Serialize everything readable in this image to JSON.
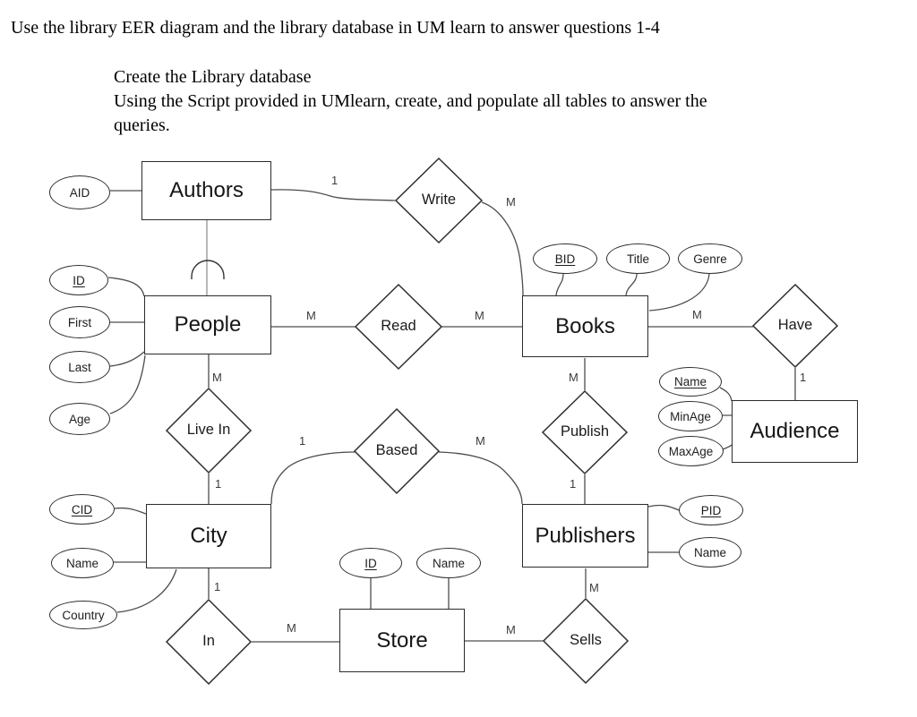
{
  "header": {
    "instruction": "Use the library EER diagram and the library database in UM learn to answer questions 1-4",
    "steps": [
      "Create the Library database",
      "Using the Script provided in UMlearn, create, and populate all tables to answer the",
      "queries."
    ]
  },
  "diagram": {
    "entities": [
      {
        "id": "authors",
        "label": "Authors"
      },
      {
        "id": "people",
        "label": "People"
      },
      {
        "id": "books",
        "label": "Books"
      },
      {
        "id": "audience",
        "label": "Audience"
      },
      {
        "id": "city",
        "label": "City"
      },
      {
        "id": "publishers",
        "label": "Publishers"
      },
      {
        "id": "store",
        "label": "Store"
      }
    ],
    "relationships": [
      {
        "id": "write",
        "label": "Write"
      },
      {
        "id": "read",
        "label": "Read"
      },
      {
        "id": "have",
        "label": "Have"
      },
      {
        "id": "live-in",
        "label": "Live In"
      },
      {
        "id": "based",
        "label": "Based"
      },
      {
        "id": "publish",
        "label": "Publish"
      },
      {
        "id": "in",
        "label": "In"
      },
      {
        "id": "sells",
        "label": "Sells"
      }
    ],
    "attributes": [
      {
        "id": "aid",
        "label": "AID",
        "entity": "Authors",
        "key": false
      },
      {
        "id": "people-id",
        "label": "ID",
        "entity": "People",
        "key": true
      },
      {
        "id": "first",
        "label": "First",
        "entity": "People",
        "key": false
      },
      {
        "id": "last",
        "label": "Last",
        "entity": "People",
        "key": false
      },
      {
        "id": "age",
        "label": "Age",
        "entity": "People",
        "key": false
      },
      {
        "id": "bid",
        "label": "BID",
        "entity": "Books",
        "key": true
      },
      {
        "id": "title",
        "label": "Title",
        "entity": "Books",
        "key": false
      },
      {
        "id": "genre",
        "label": "Genre",
        "entity": "Books",
        "key": false
      },
      {
        "id": "audience-name",
        "label": "Name",
        "entity": "Audience",
        "key": true
      },
      {
        "id": "minage",
        "label": "MinAge",
        "entity": "Audience",
        "key": false
      },
      {
        "id": "maxage",
        "label": "MaxAge",
        "entity": "Audience",
        "key": false
      },
      {
        "id": "cid",
        "label": "CID",
        "entity": "City",
        "key": true
      },
      {
        "id": "city-name",
        "label": "Name",
        "entity": "City",
        "key": false
      },
      {
        "id": "country",
        "label": "Country",
        "entity": "City",
        "key": false
      },
      {
        "id": "pid",
        "label": "PID",
        "entity": "Publishers",
        "key": true
      },
      {
        "id": "publishers-name",
        "label": "Name",
        "entity": "Publishers",
        "key": false
      },
      {
        "id": "store-id",
        "label": "ID",
        "entity": "Store",
        "key": true
      },
      {
        "id": "store-name",
        "label": "Name",
        "entity": "Store",
        "key": false
      }
    ],
    "cardinalities": [
      {
        "id": "authors-write",
        "label": "1"
      },
      {
        "id": "write-books",
        "label": "M"
      },
      {
        "id": "people-read",
        "label": "M"
      },
      {
        "id": "read-books",
        "label": "M"
      },
      {
        "id": "books-have",
        "label": "M"
      },
      {
        "id": "people-livein",
        "label": "M"
      },
      {
        "id": "livein-city",
        "label": "1"
      },
      {
        "id": "based-city",
        "label": "1"
      },
      {
        "id": "based-publishers",
        "label": "M"
      },
      {
        "id": "books-publish",
        "label": "M"
      },
      {
        "id": "publish-publishers",
        "label": "1"
      },
      {
        "id": "have-audience",
        "label": "1"
      },
      {
        "id": "city-in",
        "label": "1"
      },
      {
        "id": "in-store",
        "label": "M"
      },
      {
        "id": "store-sells",
        "label": "M"
      },
      {
        "id": "publishers-sells",
        "label": "M"
      }
    ],
    "colors": {
      "background": "#ffffff",
      "shape_stroke": "#2d2d2d",
      "connector": "#4d4d4d",
      "text": "#111111"
    }
  }
}
